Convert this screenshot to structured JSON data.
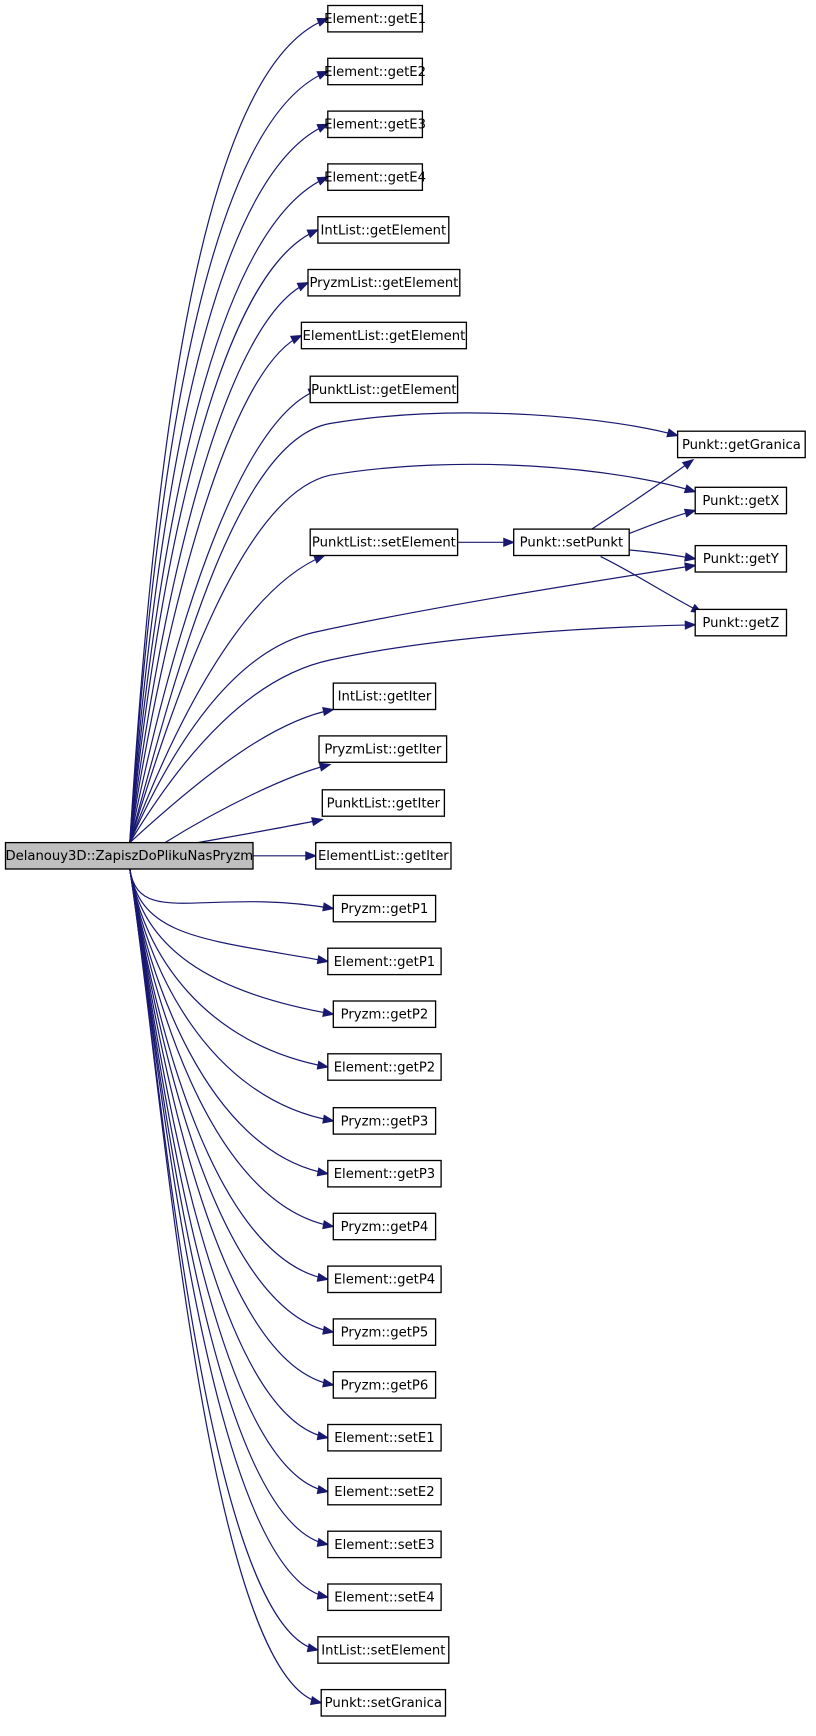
{
  "diagram": {
    "root": "Delanouy3D::ZapiszDoPlikuNasPryzm",
    "nodes": [
      {
        "id": "root",
        "label": "Delanouy3D::ZapiszDoPlikuNasPryzm",
        "root": true
      },
      {
        "id": "eGetE1",
        "label": "Element::getE1"
      },
      {
        "id": "eGetE2",
        "label": "Element::getE2"
      },
      {
        "id": "eGetE3",
        "label": "Element::getE3"
      },
      {
        "id": "eGetE4",
        "label": "Element::getE4"
      },
      {
        "id": "ilGetEl",
        "label": "IntList::getElement"
      },
      {
        "id": "plGetEl",
        "label": "PryzmList::getElement"
      },
      {
        "id": "elGetEl",
        "label": "ElementList::getElement"
      },
      {
        "id": "pkGetEl",
        "label": "PunktList::getElement"
      },
      {
        "id": "pkSetEl",
        "label": "PunktList::setElement"
      },
      {
        "id": "pSetPunkt",
        "label": "Punkt::setPunkt"
      },
      {
        "id": "pGetGranica",
        "label": "Punkt::getGranica"
      },
      {
        "id": "pGetX",
        "label": "Punkt::getX"
      },
      {
        "id": "pGetY",
        "label": "Punkt::getY"
      },
      {
        "id": "pGetZ",
        "label": "Punkt::getZ"
      },
      {
        "id": "ilGetIter",
        "label": "IntList::getIter"
      },
      {
        "id": "plGetIter",
        "label": "PryzmList::getIter"
      },
      {
        "id": "pkGetIter",
        "label": "PunktList::getIter"
      },
      {
        "id": "elGetIter",
        "label": "ElementList::getIter"
      },
      {
        "id": "prGetP1",
        "label": "Pryzm::getP1"
      },
      {
        "id": "eGetP1",
        "label": "Element::getP1"
      },
      {
        "id": "prGetP2",
        "label": "Pryzm::getP2"
      },
      {
        "id": "eGetP2",
        "label": "Element::getP2"
      },
      {
        "id": "prGetP3",
        "label": "Pryzm::getP3"
      },
      {
        "id": "eGetP3",
        "label": "Element::getP3"
      },
      {
        "id": "prGetP4",
        "label": "Pryzm::getP4"
      },
      {
        "id": "eGetP4",
        "label": "Element::getP4"
      },
      {
        "id": "prGetP5",
        "label": "Pryzm::getP5"
      },
      {
        "id": "prGetP6",
        "label": "Pryzm::getP6"
      },
      {
        "id": "eSetE1",
        "label": "Element::setE1"
      },
      {
        "id": "eSetE2",
        "label": "Element::setE2"
      },
      {
        "id": "eSetE3",
        "label": "Element::setE3"
      },
      {
        "id": "eSetE4",
        "label": "Element::setE4"
      },
      {
        "id": "ilSetEl",
        "label": "IntList::setElement"
      },
      {
        "id": "pSetGranica",
        "label": "Punkt::setGranica"
      }
    ],
    "edges": [
      {
        "from": "root",
        "to": "eGetE1"
      },
      {
        "from": "root",
        "to": "eGetE2"
      },
      {
        "from": "root",
        "to": "eGetE3"
      },
      {
        "from": "root",
        "to": "eGetE4"
      },
      {
        "from": "root",
        "to": "ilGetEl"
      },
      {
        "from": "root",
        "to": "plGetEl"
      },
      {
        "from": "root",
        "to": "elGetEl"
      },
      {
        "from": "root",
        "to": "pkGetEl"
      },
      {
        "from": "root",
        "to": "pGetGranica"
      },
      {
        "from": "root",
        "to": "pGetX"
      },
      {
        "from": "root",
        "to": "pkSetEl"
      },
      {
        "from": "root",
        "to": "pGetY"
      },
      {
        "from": "root",
        "to": "pGetZ"
      },
      {
        "from": "root",
        "to": "ilGetIter"
      },
      {
        "from": "root",
        "to": "plGetIter"
      },
      {
        "from": "root",
        "to": "pkGetIter"
      },
      {
        "from": "root",
        "to": "elGetIter"
      },
      {
        "from": "root",
        "to": "prGetP1"
      },
      {
        "from": "root",
        "to": "eGetP1"
      },
      {
        "from": "root",
        "to": "prGetP2"
      },
      {
        "from": "root",
        "to": "eGetP2"
      },
      {
        "from": "root",
        "to": "prGetP3"
      },
      {
        "from": "root",
        "to": "eGetP3"
      },
      {
        "from": "root",
        "to": "prGetP4"
      },
      {
        "from": "root",
        "to": "eGetP4"
      },
      {
        "from": "root",
        "to": "prGetP5"
      },
      {
        "from": "root",
        "to": "prGetP6"
      },
      {
        "from": "root",
        "to": "eSetE1"
      },
      {
        "from": "root",
        "to": "eSetE2"
      },
      {
        "from": "root",
        "to": "eSetE3"
      },
      {
        "from": "root",
        "to": "eSetE4"
      },
      {
        "from": "root",
        "to": "ilSetEl"
      },
      {
        "from": "root",
        "to": "pSetGranica"
      },
      {
        "from": "pkSetEl",
        "to": "pSetPunkt"
      },
      {
        "from": "pSetPunkt",
        "to": "pGetGranica"
      },
      {
        "from": "pSetPunkt",
        "to": "pGetX"
      },
      {
        "from": "pSetPunkt",
        "to": "pGetY"
      },
      {
        "from": "pSetPunkt",
        "to": "pGetZ"
      }
    ],
    "colors": {
      "edge": "#191970",
      "root_fill": "#bfbfbf",
      "node_fill": "#ffffff",
      "node_border": "#000000"
    }
  }
}
